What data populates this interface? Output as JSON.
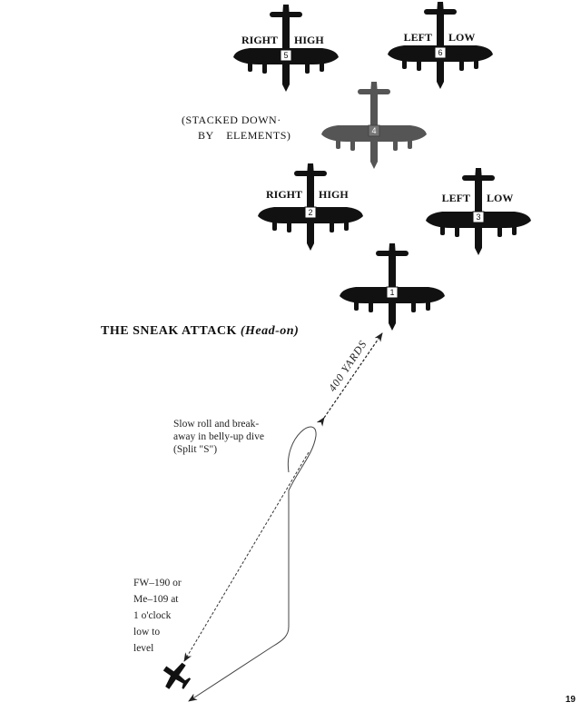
{
  "formation": {
    "planes": [
      {
        "number": "5",
        "label_left": "RIGHT",
        "label_right": "HIGH",
        "color": "#111111"
      },
      {
        "number": "6",
        "label_left": "LEFT",
        "label_right": "LOW",
        "color": "#111111"
      },
      {
        "number": "4",
        "label_left": "",
        "label_right": "",
        "color": "#555555"
      },
      {
        "number": "2",
        "label_left": "RIGHT",
        "label_right": "HIGH",
        "color": "#111111"
      },
      {
        "number": "3",
        "label_left": "LEFT",
        "label_right": "LOW",
        "color": "#111111"
      },
      {
        "number": "1",
        "label_left": "",
        "label_right": "",
        "color": "#111111"
      }
    ],
    "stacked_note_line1": "(STACKED DOWN·",
    "stacked_note_line2": "BY    ELEMENTS)"
  },
  "title": {
    "main": "THE SNEAK ATTACK",
    "sub": "(Head-on)"
  },
  "distance_label": "400 YARDS",
  "breakaway_note": [
    "Slow roll and break-",
    "away in belly-up dive",
    "(Split \"S\")"
  ],
  "fighter_note": [
    "FW–190 or",
    "Me–109 at",
    "1 o'clock",
    "low to",
    "level"
  ],
  "page_number": "19"
}
